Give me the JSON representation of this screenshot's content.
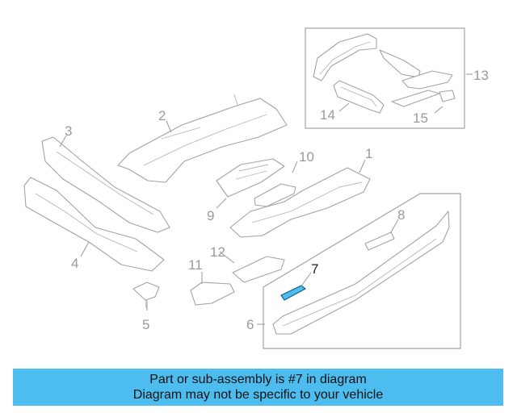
{
  "callouts": {
    "c1": "1",
    "c2": "2",
    "c3": "3",
    "c4": "4",
    "c5": "5",
    "c6": "6",
    "c7": "7",
    "c8": "8",
    "c9": "9",
    "c10": "10",
    "c11": "11",
    "c12": "12",
    "c13": "13",
    "c14": "14",
    "c15": "15"
  },
  "highlight": {
    "part": "7",
    "color": "#4dbdf0"
  },
  "banner": {
    "line1": "Part or sub-assembly is #7 in diagram",
    "line2": "Diagram may not be specific to your vehicle",
    "color": "#4dbdf0"
  }
}
